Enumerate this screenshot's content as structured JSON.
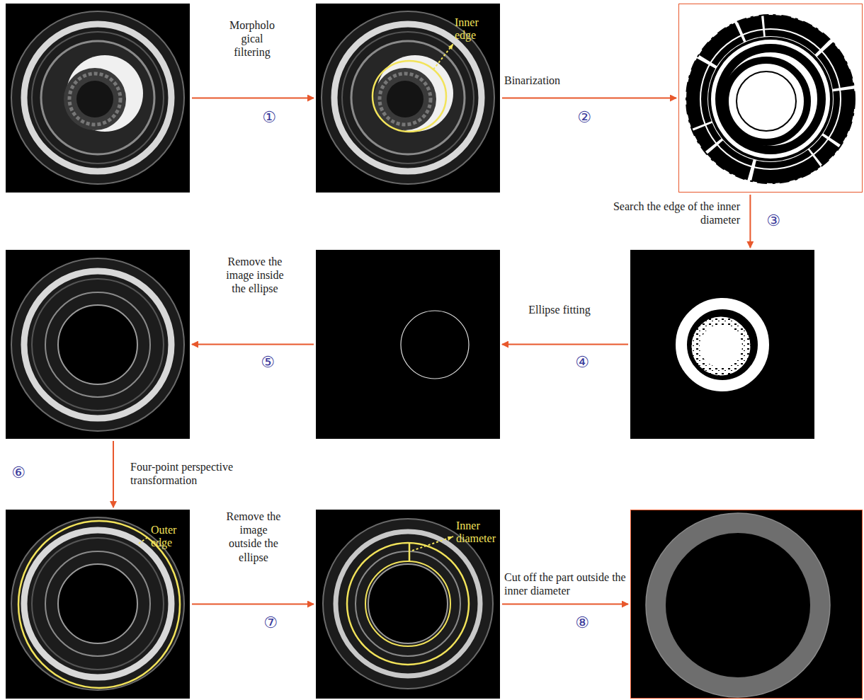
{
  "diagram": {
    "nodes": [
      {
        "text": []
      },
      {
        "text": [
          "Inner edge"
        ]
      },
      {
        "text": []
      },
      {
        "text": []
      },
      {
        "text": []
      },
      {
        "text": []
      },
      {
        "text": [
          "Outer edge"
        ]
      },
      {
        "text": [
          "Inner diameter"
        ]
      },
      {
        "text": []
      }
    ],
    "edges": [
      {
        "from": 0,
        "to": 1,
        "arrow": "to",
        "label": "Morpholo gical filtering"
      },
      {
        "from": 1,
        "to": 2,
        "arrow": "to",
        "label": "Binarization"
      },
      {
        "from": 2,
        "to": 3,
        "arrow": "to",
        "label": "Search the edge of the inner diameter"
      },
      {
        "from": 3,
        "to": 4,
        "arrow": "to",
        "label": "Ellipse fitting"
      },
      {
        "from": 4,
        "to": 5,
        "arrow": "to",
        "label": "Remove the image inside the ellipse"
      },
      {
        "from": 5,
        "to": 6,
        "arrow": "to",
        "label": "Four-point perspective transformation"
      },
      {
        "from": 6,
        "to": 7,
        "arrow": "to",
        "label": "Remove the image outside the ellipse"
      },
      {
        "from": 7,
        "to": 8,
        "arrow": "to",
        "label": "Cut off the part outside the inner diameter"
      }
    ],
    "labels": [
      "①",
      "②",
      "③",
      "④",
      "⑤",
      "⑥",
      "⑦",
      "⑧"
    ]
  }
}
